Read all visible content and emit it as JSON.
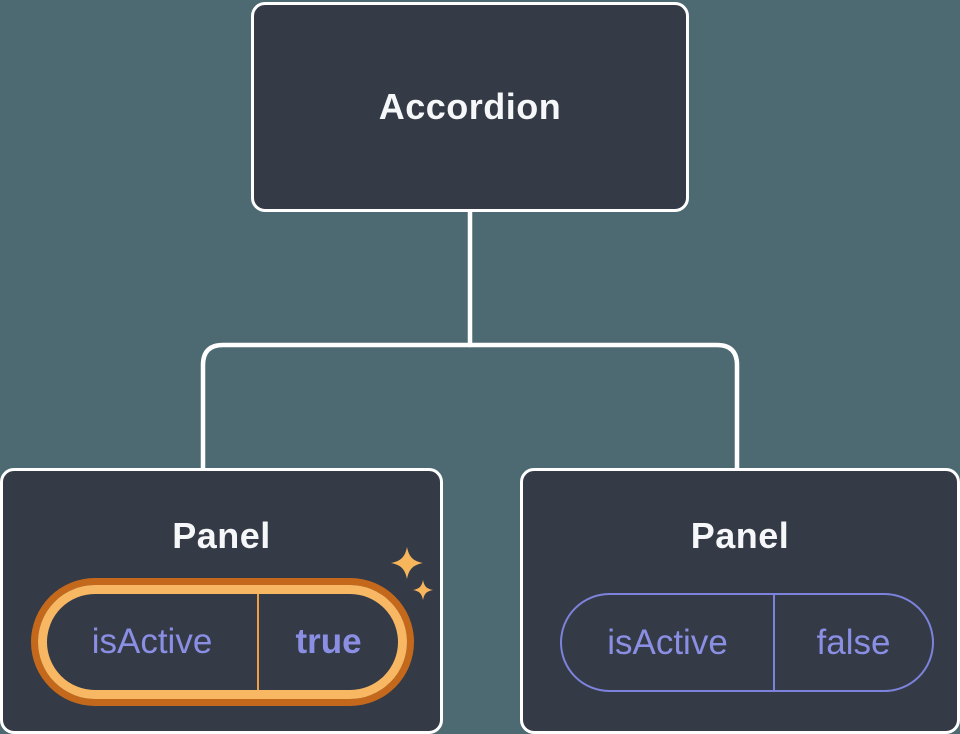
{
  "diagram": {
    "type": "component-tree",
    "colors": {
      "background": "#4D6A73",
      "node-fill": "#343A46",
      "node-border": "#FFFFFF",
      "connector": "#FFFFFF",
      "title-text": "#F6F7F9",
      "pill-text": "#8A8FE4",
      "pill-border": "#7D83DC",
      "highlight-dark": "#C4691C",
      "highlight-light": "#F8B763",
      "highlight-divider": "#ED9F44",
      "sparkle": "#F7B55C"
    },
    "root": {
      "label": "Accordion"
    },
    "children": [
      {
        "label": "Panel",
        "highlighted": true,
        "icon": "sparkles-icon",
        "state": {
          "name": "isActive",
          "value": "true"
        }
      },
      {
        "label": "Panel",
        "highlighted": false,
        "state": {
          "name": "isActive",
          "value": "false"
        }
      }
    ]
  }
}
